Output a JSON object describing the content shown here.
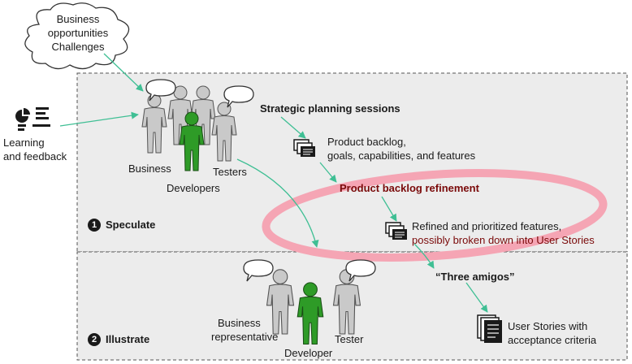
{
  "cloud": {
    "line1": "Business",
    "line2": "opportunities",
    "line3": "Challenges"
  },
  "learning": {
    "line1": "Learning",
    "line2": "and feedback"
  },
  "speculate": {
    "number": "1",
    "label": "Speculate",
    "roles": {
      "business": "Business",
      "testers": "Testers",
      "developers": "Developers"
    }
  },
  "flow": {
    "strategic": "Strategic planning sessions",
    "backlog_line1": "Product backlog,",
    "backlog_line2": "goals, capabilities, and features",
    "refinement": "Product backlog refinement",
    "refined_line1": "Refined and prioritized features,",
    "refined_line2": "possibly broken down into User Stories",
    "three_amigos": "“Three amigos”",
    "stories_line1": "User Stories with",
    "stories_line2": "acceptance criteria"
  },
  "illustrate": {
    "number": "2",
    "label": "Illustrate",
    "roles": {
      "business_line1": "Business",
      "business_line2": "representative",
      "tester": "Tester",
      "developer": "Developer"
    }
  },
  "colors": {
    "panel_fill": "#ececec",
    "panel_border": "#555555",
    "arrow": "#3fbf94",
    "ring": "#f5a5b4",
    "developer_green": "#2e9b27",
    "person_gray": "#c9c9c9",
    "doc_dark": "#1a1a1a",
    "emphasis_red": "#7a0a0a"
  }
}
